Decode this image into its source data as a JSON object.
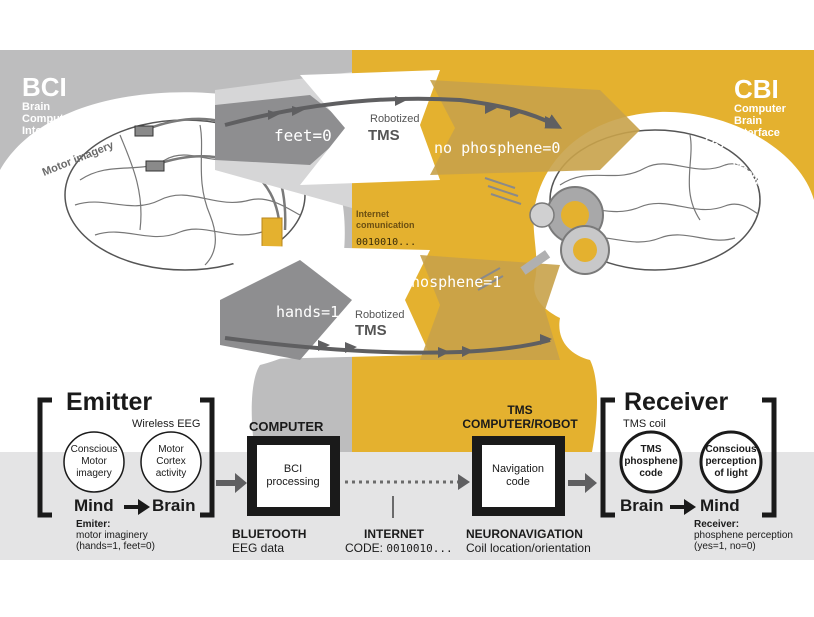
{
  "colors": {
    "gray_panel": "#bdbdbe",
    "gold_panel": "#e4b12f",
    "bottom_band": "#e4e4e5",
    "dark": "#1a1a1a",
    "arrow_gray": "#5f5f61"
  },
  "left": {
    "title": "BCI",
    "subtitle_lines": [
      "Brain",
      "Computer",
      "Interface"
    ],
    "motor_label": "Motor imagery"
  },
  "right": {
    "title": "CBI",
    "subtitle_lines": [
      "Computer",
      "Brain",
      "Interface"
    ],
    "light_label": "Light perception"
  },
  "flow": {
    "feet": "feet=0",
    "hands": "hands=1",
    "no_phosphene": "no phosphene=0",
    "phosphene": "phosphene=1",
    "robotized_top": "Robotized",
    "tms_top": "TMS",
    "robotized_bottom": "Robotized",
    "tms_bottom": "TMS",
    "internet_lines": [
      "Internet",
      "comunication"
    ],
    "internet_code": "0010010..."
  },
  "emitter": {
    "title": "Emitter",
    "wireless": "Wireless EEG",
    "circle1_lines": [
      "Conscious",
      "Motor",
      "imagery"
    ],
    "circle2_lines": [
      "Motor",
      "Cortex",
      "activity"
    ],
    "mind": "Mind",
    "brain": "Brain",
    "caption_title": "Emiter:",
    "caption_lines": [
      "motor imaginery",
      "(hands=1, feet=0)"
    ]
  },
  "computer": {
    "title": "COMPUTER",
    "box_lines": [
      "BCI",
      "processing"
    ],
    "bottom_title": "BLUETOOTH",
    "bottom_sub": "EEG data"
  },
  "internet_bottom": {
    "title": "INTERNET",
    "sub_label": "CODE: ",
    "sub_code": "0010010..."
  },
  "tms_computer": {
    "title_lines": [
      "TMS",
      "COMPUTER/ROBOT"
    ],
    "box_lines": [
      "Navigation",
      "code"
    ],
    "bottom_title": "NEURONAVIGATION",
    "bottom_sub": "Coil location/orientation"
  },
  "receiver": {
    "title": "Receiver",
    "coil": "TMS coil",
    "circle1_lines": [
      "TMS",
      "phosphene",
      "code"
    ],
    "circle2_lines": [
      "Conscious",
      "perception",
      "of light"
    ],
    "brain": "Brain",
    "mind": "Mind",
    "caption_title": "Receiver:",
    "caption_lines": [
      "phosphene perception",
      "(yes=1, no=0)"
    ]
  }
}
